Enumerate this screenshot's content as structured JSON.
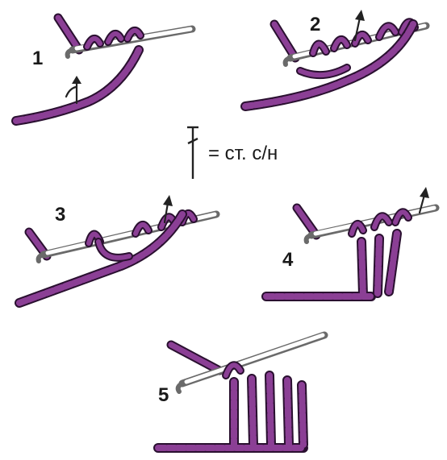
{
  "steps": [
    {
      "label": "1"
    },
    {
      "label": "2"
    },
    {
      "label": "3"
    },
    {
      "label": "4"
    },
    {
      "label": "5"
    }
  ],
  "legend": {
    "text": "= ст. с/н"
  },
  "colors": {
    "yarn": "#8b3f95",
    "yarn_outline": "#2a1030",
    "hook": "#6a6a6a"
  }
}
